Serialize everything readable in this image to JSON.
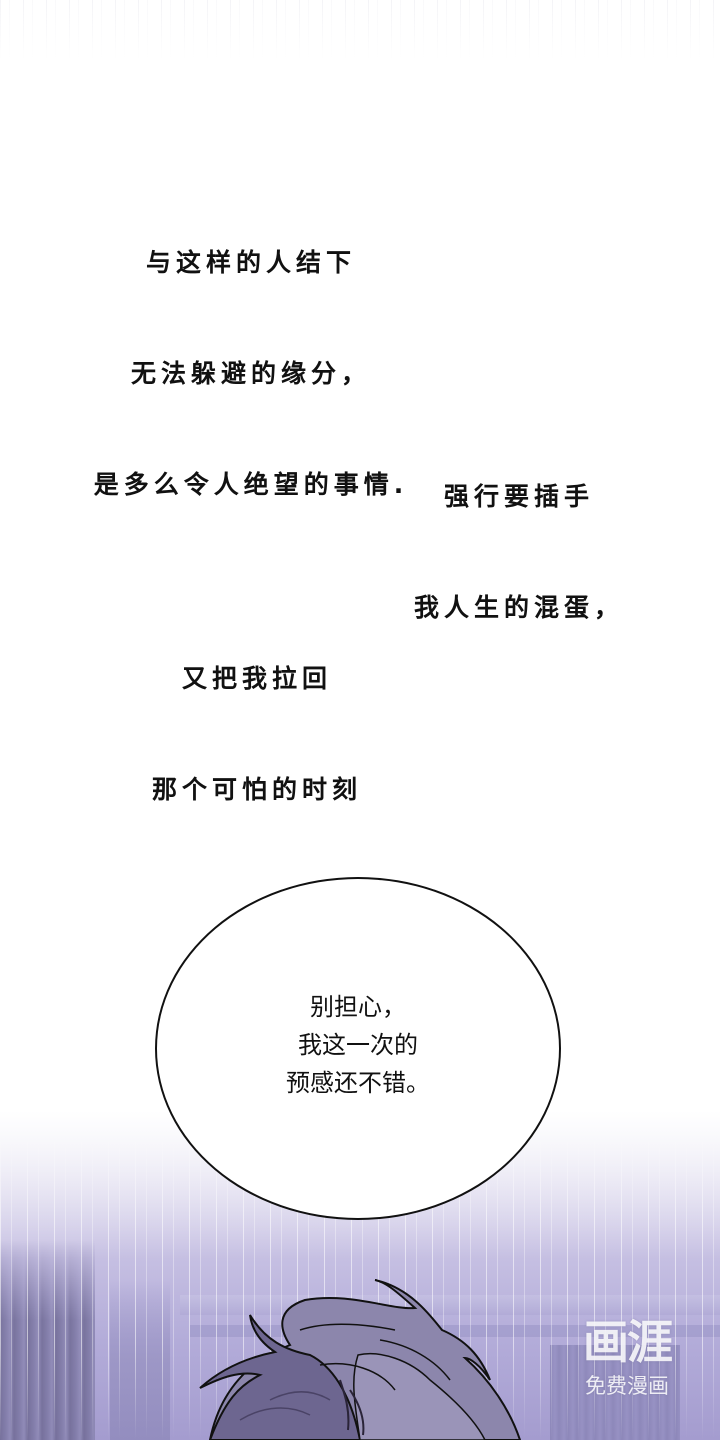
{
  "panel": {
    "captions": [
      {
        "id": "caption-1",
        "lines": [
          "与这样的人结下",
          "无法躲避的缘分，",
          "是多么令人绝望的事情."
        ]
      },
      {
        "id": "caption-2",
        "lines": [
          "强行要插手",
          "我人生的混蛋，"
        ]
      },
      {
        "id": "caption-3",
        "lines": [
          "又把我拉回",
          "那个可怕的时刻"
        ]
      }
    ],
    "speech_bubble": {
      "lines": [
        "别担心，",
        "我这一次的",
        "预感还不错。"
      ]
    },
    "scene": {
      "description": "rainy indoor scene with a character's messy hair at bottom",
      "colors": {
        "background_top": "#ffffff",
        "lavender_mid": "#c9c3e4",
        "lavender_bottom": "#a49ccf",
        "hair_light": "#8c86ac",
        "hair_dark": "#5b5478",
        "outline": "#111111"
      }
    }
  },
  "watermark": {
    "logo": "画涯",
    "subtitle": "免费漫画"
  }
}
